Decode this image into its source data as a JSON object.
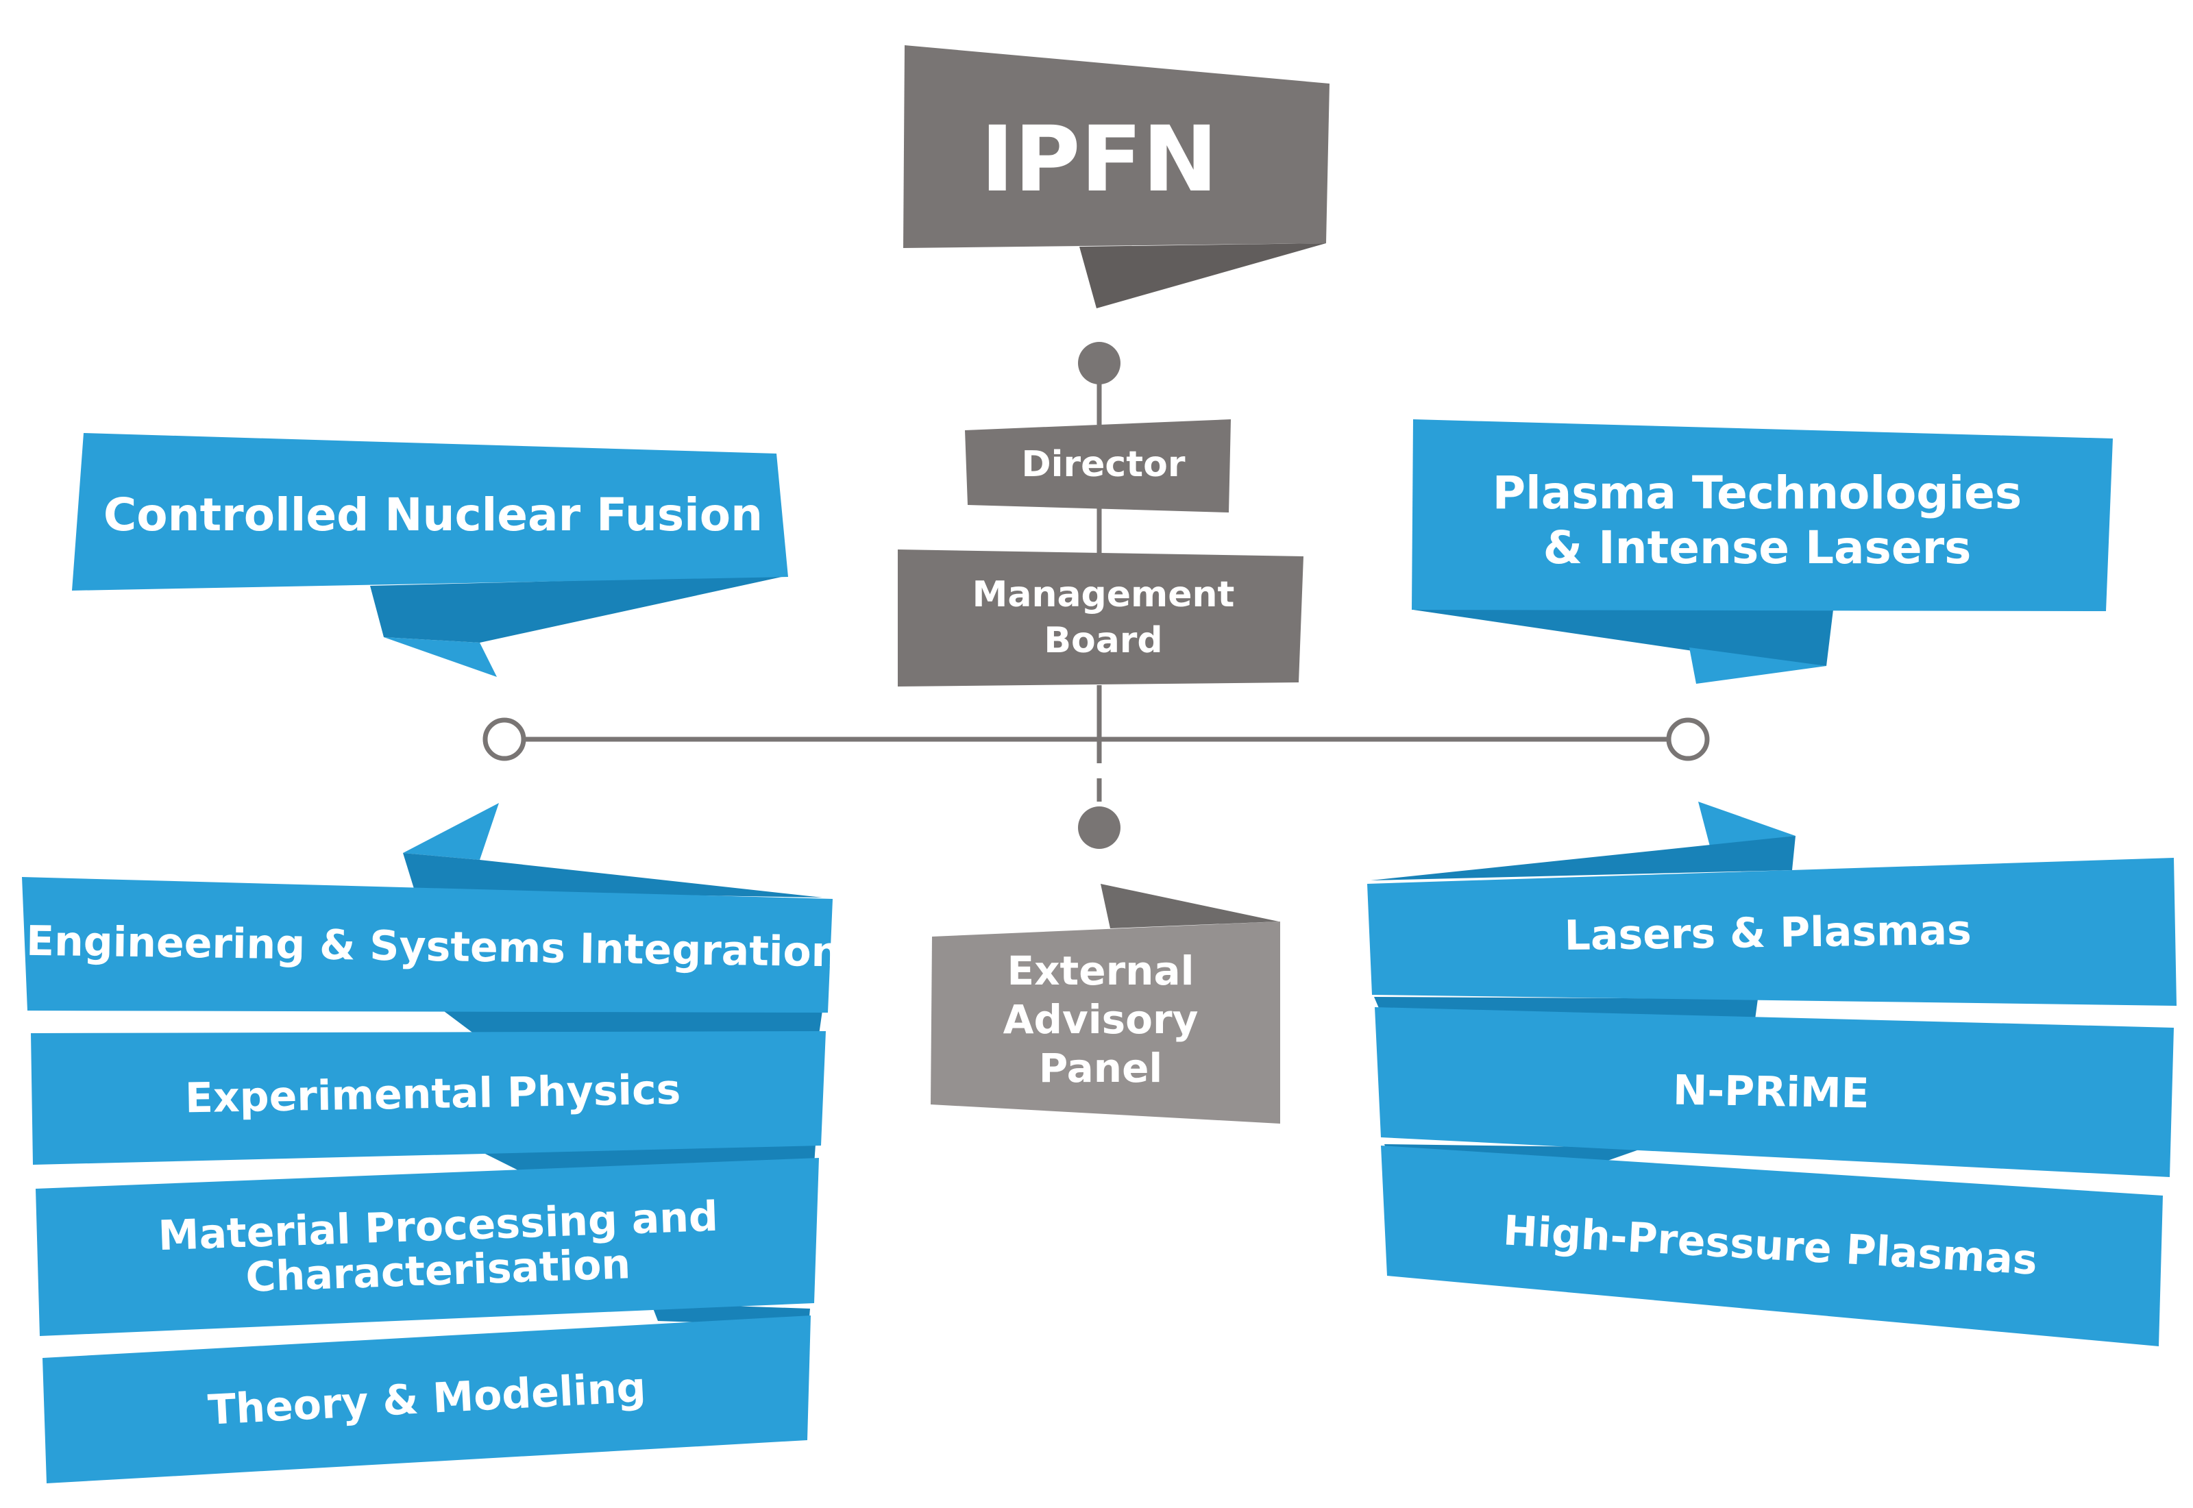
{
  "root": {
    "label": "IPFN"
  },
  "governance": {
    "director": "Director",
    "management_board": [
      "Management",
      "Board"
    ],
    "external_panel": [
      "External",
      "Advisory",
      "Panel"
    ]
  },
  "left_branch": {
    "title": "Controlled Nuclear Fusion",
    "groups": [
      [
        "Engineering & Systems Integration"
      ],
      [
        "Experimental Physics"
      ],
      [
        "Material Processing and",
        "Characterisation"
      ],
      [
        "Theory & Modeling"
      ]
    ]
  },
  "right_branch": {
    "title": [
      "Plasma Technologies",
      "& Intense Lasers"
    ],
    "groups": [
      [
        "Lasers & Plasmas"
      ],
      [
        "N-PRiME"
      ],
      [
        "High-Pressure Plasmas"
      ]
    ]
  },
  "colors": {
    "banner_blue": "#2a9fd8",
    "banner_blue_fold": "#1882b8",
    "banner_grey": "#797574",
    "banner_grey_fold": "#615d5c",
    "panel_grey": "#959190",
    "connector": "#797574"
  }
}
